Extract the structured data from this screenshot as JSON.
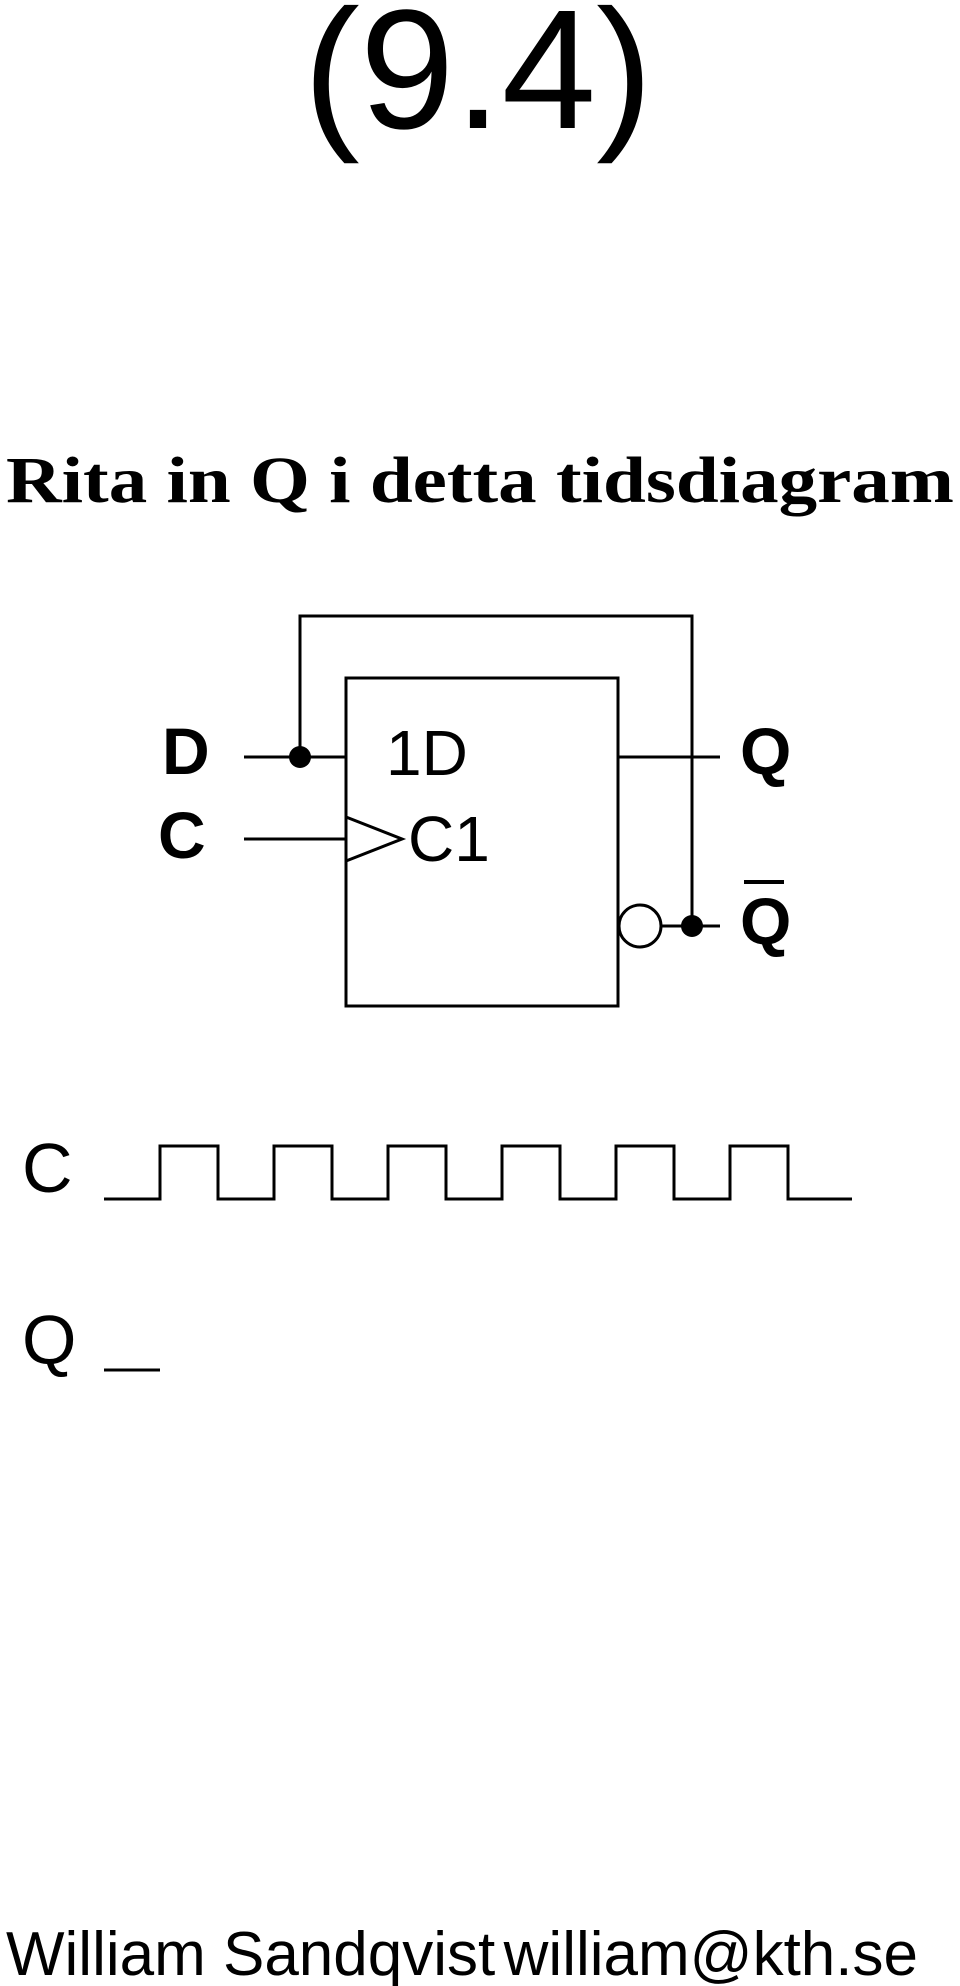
{
  "header": {
    "title": "(9.4)",
    "subtitle": "Rita in Q i detta tidsdiagram"
  },
  "circuit": {
    "inputs": {
      "d": "D",
      "c": "C"
    },
    "outputs": {
      "q": "Q",
      "q_bar": "Q"
    },
    "pins": {
      "d_pin": "1D",
      "clock_pin": "C1"
    }
  },
  "timing": {
    "clock_label": "C",
    "q_label": "Q",
    "clock_pulses": 6
  },
  "footer": {
    "author": "William Sandqvist",
    "email": "william@kth.se"
  }
}
